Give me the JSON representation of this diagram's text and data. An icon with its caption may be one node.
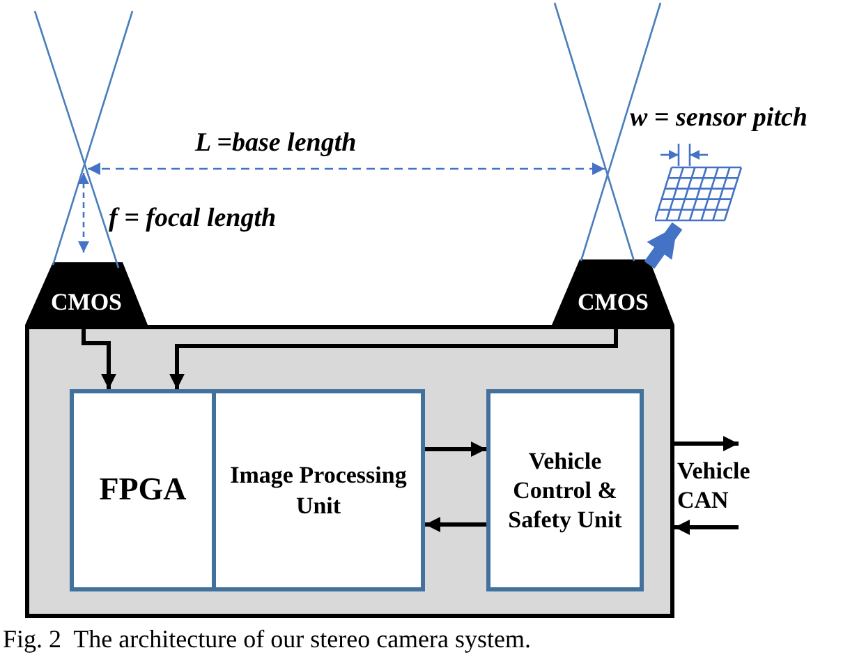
{
  "diagram": {
    "caption": "Fig. 2  The architecture of our stereo camera system.",
    "nodes": [
      {
        "text": [],
        "shape": "box"
      },
      {
        "text": [
          "CMOS"
        ]
      },
      {
        "text": [
          "CMOS"
        ]
      },
      {
        "text": [
          "FPGA"
        ],
        "in": 0
      },
      {
        "text": [
          "Image Processing Unit"
        ],
        "in": 0
      },
      {
        "text": [
          "Vehicle Control & Safety Unit"
        ],
        "in": 0
      },
      {
        "text": [
          "Vehicle CAN"
        ]
      },
      {
        "text": [],
        "shape": "grid"
      }
    ],
    "edges": [
      {
        "from": 1,
        "to": 3,
        "arrow": "to"
      },
      {
        "from": 2,
        "to": 3,
        "arrow": "to"
      },
      {
        "from": 4,
        "to": 5,
        "arrow": "to"
      },
      {
        "from": 5,
        "to": 4,
        "arrow": "to"
      },
      {
        "from": 0,
        "to": 6,
        "arrow": "to"
      },
      {
        "from": 6,
        "to": 0,
        "arrow": "to"
      },
      {
        "from": 2,
        "to": 7,
        "arrow": "to",
        "style": "thick",
        "color": "#4472c4"
      }
    ],
    "labels": [
      "w = sensor pitch",
      "L =base length",
      "f = focal length"
    ]
  }
}
